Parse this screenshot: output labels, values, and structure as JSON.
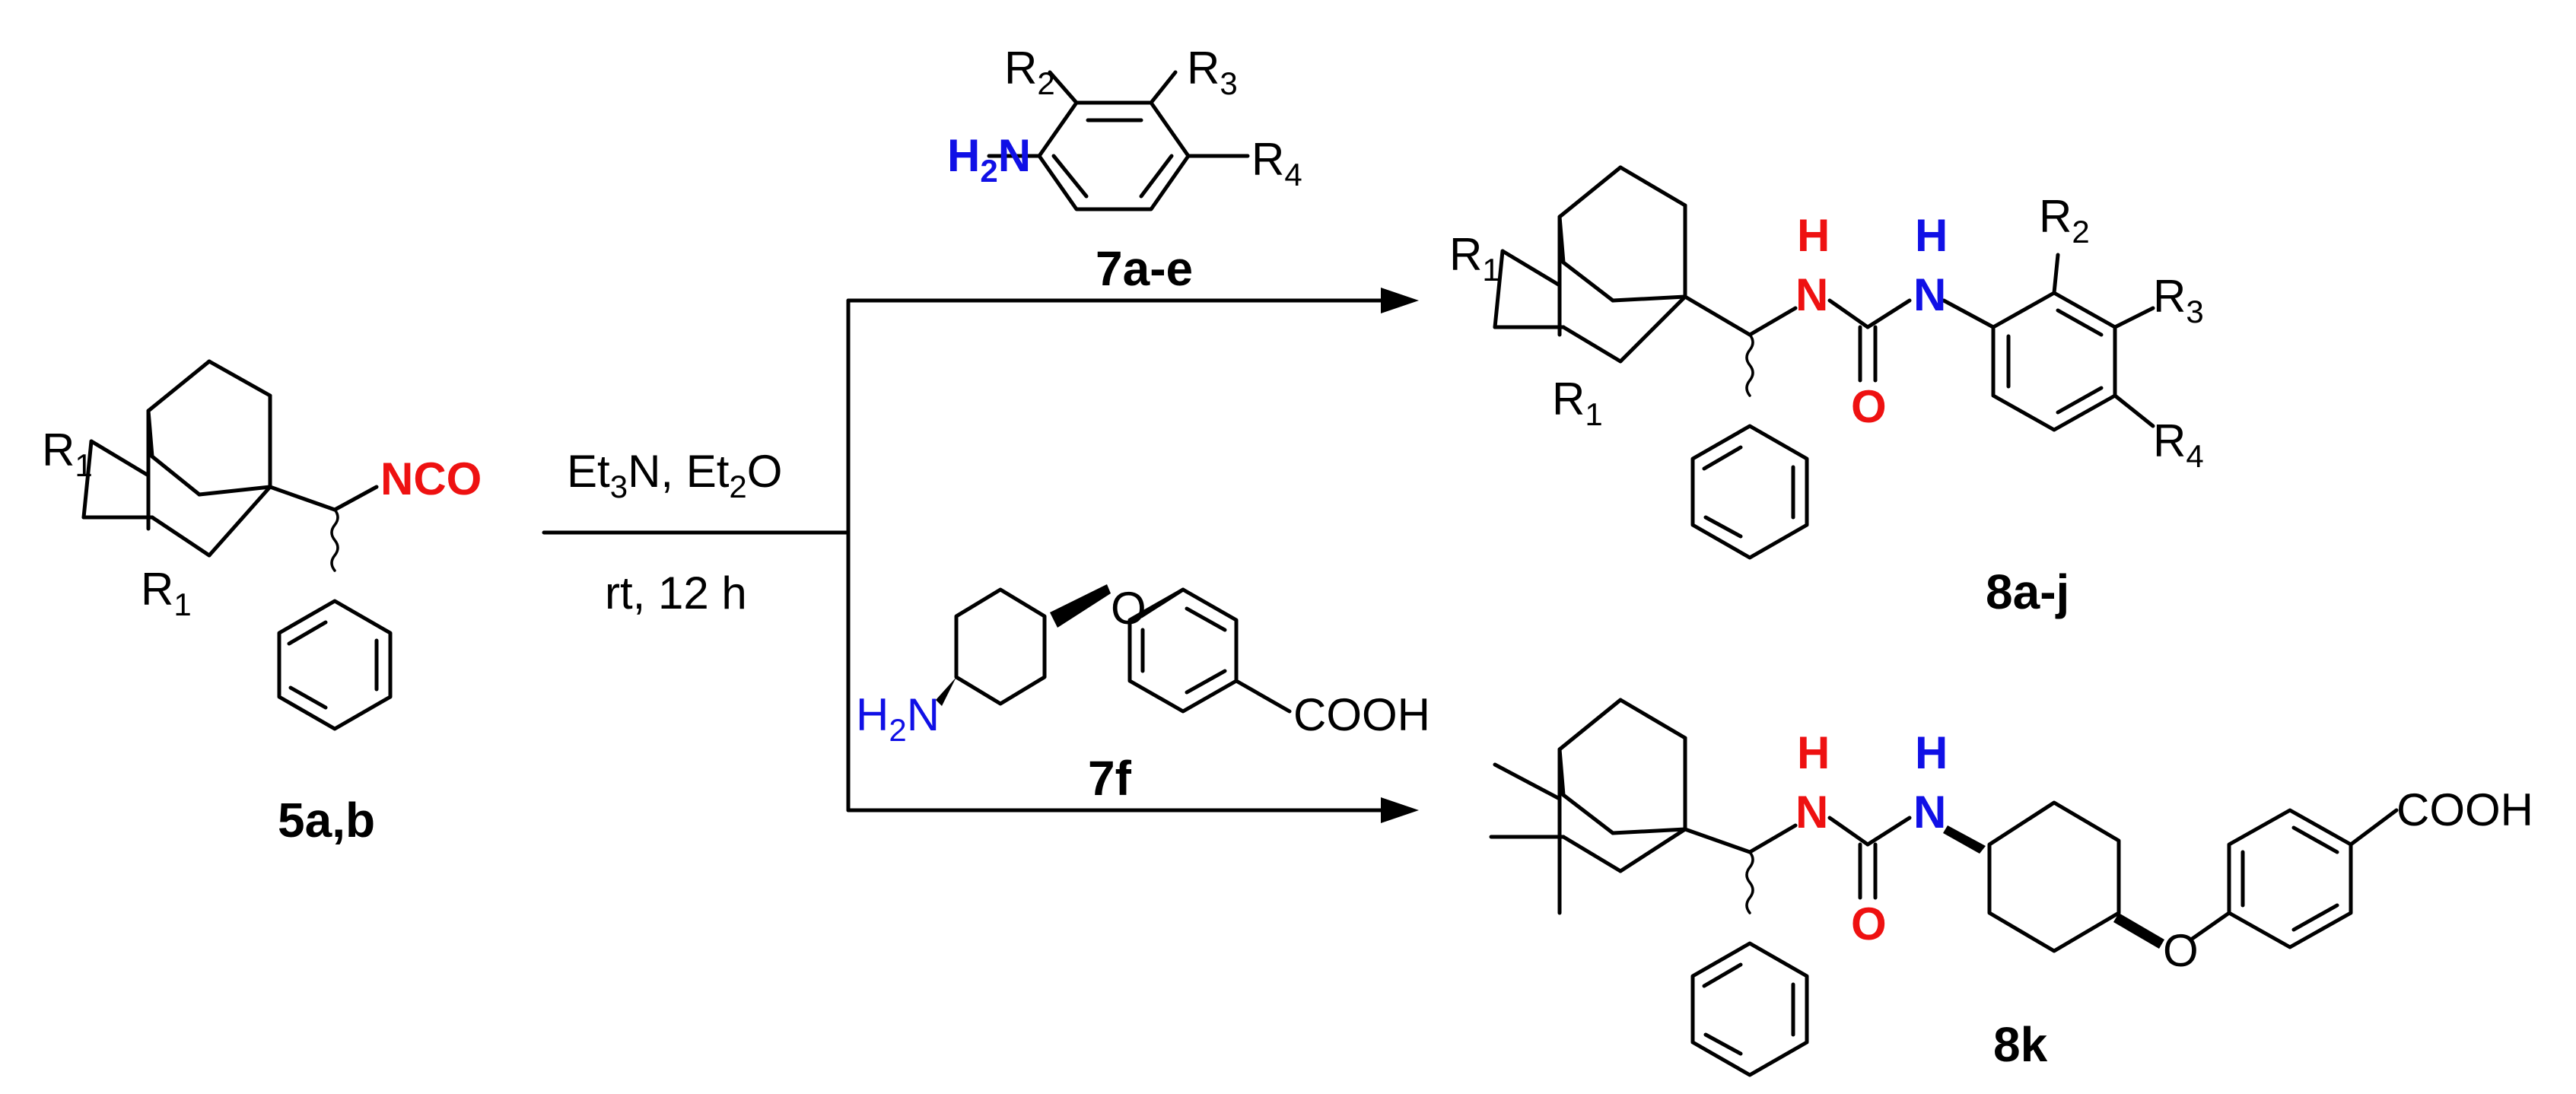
{
  "colors": {
    "isocyanate": "#ee1111",
    "amine": "#1010e6",
    "bonds": "#000000"
  },
  "compounds": {
    "start": {
      "id": "5a,b",
      "r_main": "R",
      "r_idx": "1",
      "nco": "NCO"
    },
    "aniline": {
      "id": "7a-e",
      "r2": "R",
      "r2_idx": "2",
      "r3": "R",
      "r3_idx": "3",
      "r4": "R",
      "r4_idx": "4",
      "nh2_h": "H",
      "nh2_sub": "2",
      "nh2_n": "N"
    },
    "amine7f": {
      "id": "7f",
      "nh2_h": "H",
      "nh2_sub": "2",
      "nh2_n": "N",
      "o": "O",
      "acid": "COOH"
    },
    "product8aj": {
      "id": "8a-j",
      "r1": "R",
      "r1_idx": "1",
      "r2": "R",
      "r2_idx": "2",
      "r3": "R",
      "r3_idx": "3",
      "r4": "R",
      "r4_idx": "4",
      "nh_h": "H",
      "nh_n": "N",
      "o": "O"
    },
    "product8k": {
      "id": "8k",
      "nh_h": "H",
      "nh_n": "N",
      "o": "O",
      "acid": "COOH"
    }
  },
  "conditions": {
    "reagent_a": "Et",
    "reagent_a_idx": "3",
    "reagent_b": "N, Et",
    "reagent_b_idx": "2",
    "reagent_c": "O",
    "time_temp": "rt, 12 h"
  }
}
